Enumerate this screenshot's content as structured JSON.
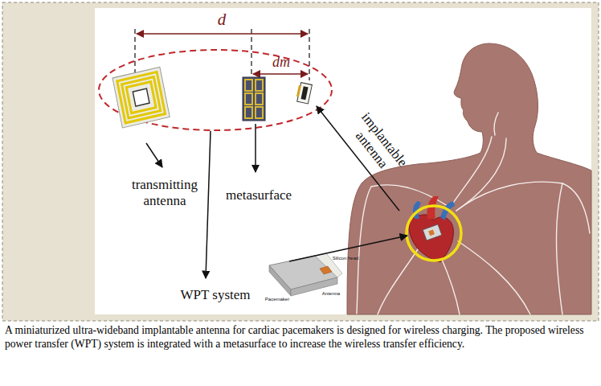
{
  "diagram": {
    "caption": "A miniaturized ultra-wideband implantable antenna for cardiac pacemakers is designed for wireless charging. The proposed wireless power transfer (WPT) system is integrated with a metasurface to increase the wireless transfer efficiency.",
    "labels": [
      "d",
      "dm",
      "transmitting antenna",
      "metasurface",
      "WPT system",
      "implantable antenna",
      "Silicon head",
      "Pacemaker",
      "Antenna"
    ]
  }
}
